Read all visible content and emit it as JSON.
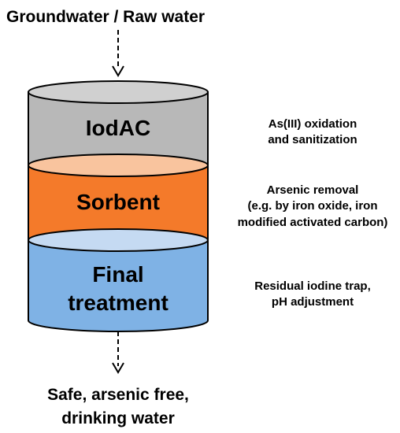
{
  "input_label": "Groundwater / Raw water",
  "output_label": {
    "line1": "Safe, arsenic free,",
    "line2": "drinking water"
  },
  "layers": [
    {
      "label": "IodAC",
      "label_lines": [
        "IodAC"
      ],
      "note_lines": [
        "As(III) oxidation",
        "and sanitization"
      ],
      "colors": {
        "body": "#b8b8b8",
        "top": "#d0d0d0",
        "text": "#000000"
      }
    },
    {
      "label": "Sorbent",
      "label_lines": [
        "Sorbent"
      ],
      "note_lines": [
        "Arsenic removal",
        "(e.g. by iron oxide, iron",
        "modified activated carbon)"
      ],
      "colors": {
        "body": "#f47a2a",
        "top": "#f9c49e",
        "text": "#7a2a0c"
      }
    },
    {
      "label": "Final treatment",
      "label_lines": [
        "Final",
        "treatment"
      ],
      "note_lines": [
        "Residual iodine trap,",
        "pH adjustment"
      ],
      "colors": {
        "body": "#7fb2e5",
        "top": "#c5daf2",
        "text": "#000000"
      }
    }
  ],
  "colors": {
    "outline": "#000000",
    "arrow": "#000000"
  }
}
